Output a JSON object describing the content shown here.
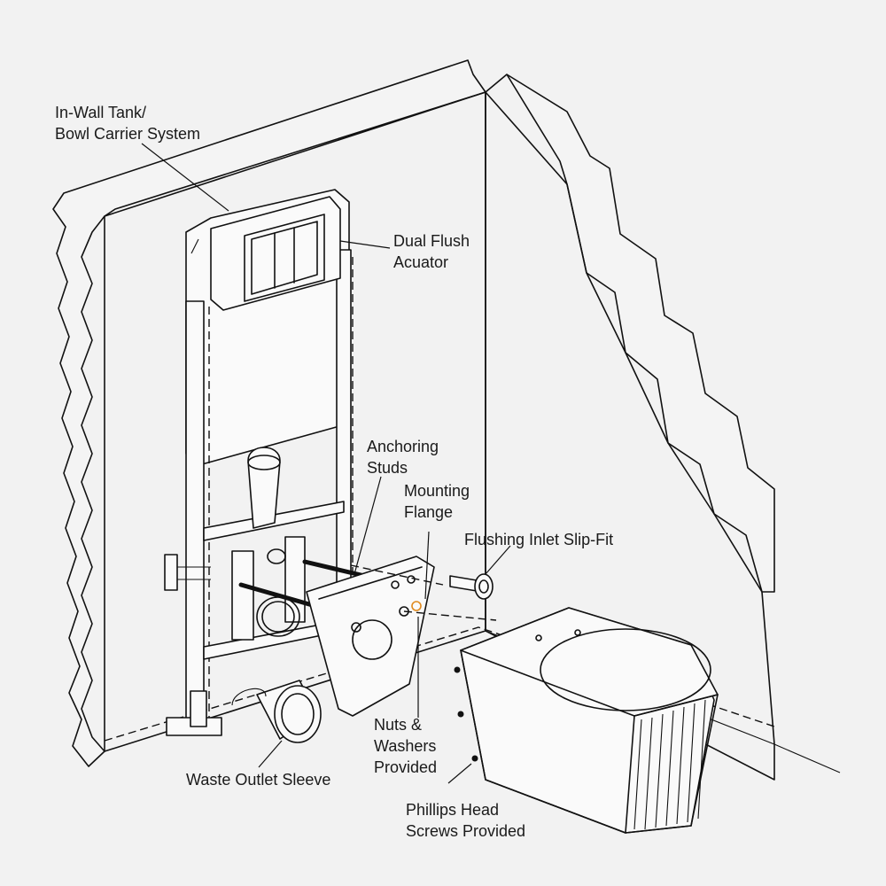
{
  "labels": {
    "tank_line1": "In-Wall Tank/",
    "tank_line2": "Bowl Carrier System",
    "flush_line1": "Dual Flush",
    "flush_line2": "Acuator",
    "studs_line1": "Anchoring",
    "studs_line2": "Studs",
    "flange_line1": "Mounting",
    "flange_line2": "Flange",
    "inlet": "Flushing Inlet Slip-Fit",
    "nuts_line1": "Nuts &",
    "nuts_line2": "Washers",
    "nuts_line3": "Provided",
    "waste": "Waste Outlet Sleeve",
    "screws_line1": "Phillips Head",
    "screws_line2": "Screws Provided"
  },
  "colors": {
    "background": "#f2f2f2",
    "line": "#111111",
    "accent": "#e08a1e"
  }
}
